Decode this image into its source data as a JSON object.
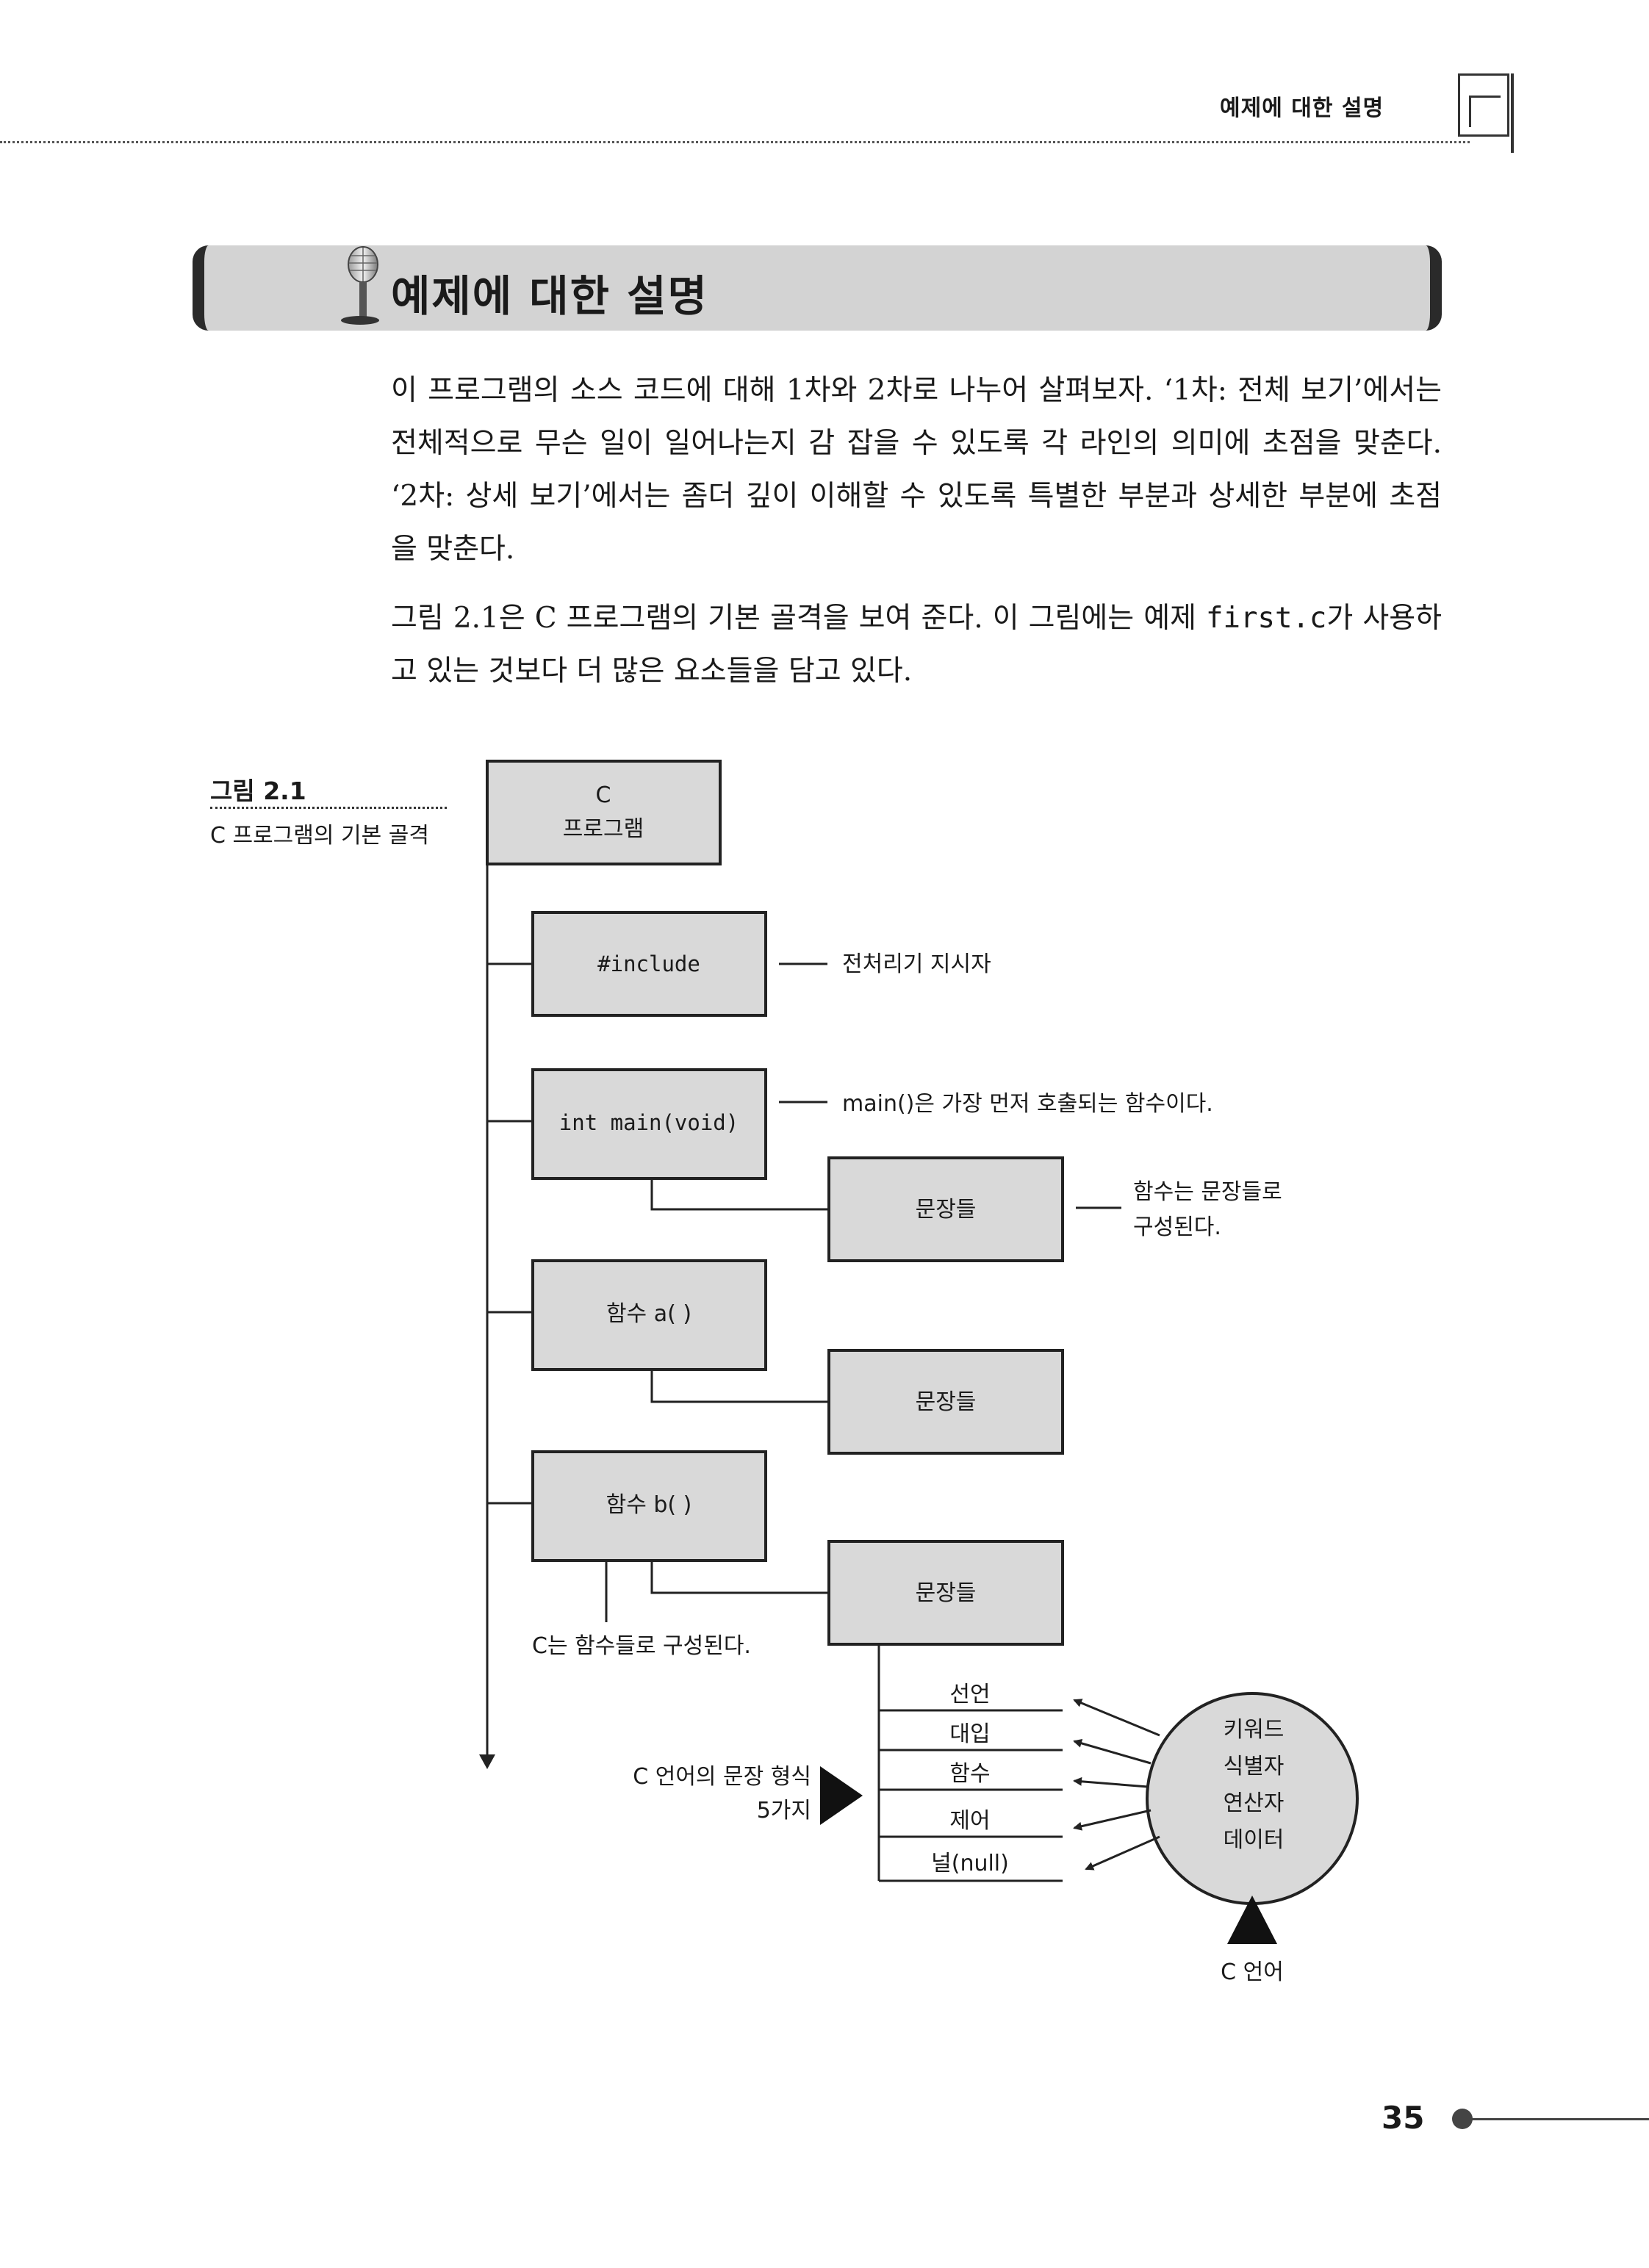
{
  "header": {
    "running_title": "예제에 대한 설명"
  },
  "section": {
    "title": "예제에 대한 설명",
    "icon": "microphone-icon"
  },
  "paragraphs": [
    "이 프로그램의 소스 코드에 대해 1차와 2차로 나누어 살펴보자. ‘1차: 전체 보기’에서는 전체적으로 무슨 일이 일어나는지 감 잡을 수 있도록 각 라인의 의미에 초점을 맞춘다. ‘2차: 상세 보기’에서는 좀더 깊이 이해할 수 있도록 특별한 부분과 상세한 부분에 초점을 맞춘다.",
    {
      "before": "그림 2.1은 C 프로그램의 기본 골격을 보여 준다. 이 그림에는 예제 ",
      "code": "first.c",
      "after": "가 사용하고 있는 것보다 더 많은 요소들을 담고 있다."
    }
  ],
  "figure": {
    "label": "그림 2.1",
    "caption": "C 프로그램의 기본 골격",
    "root": [
      "C",
      "프로그램"
    ],
    "include_box": "#include",
    "include_note": "전처리기 지시자",
    "main_box": "int main(void)",
    "main_note": "main()은 가장 먼저 호출되는 함수이다.",
    "statements_label": "문장들",
    "statements_note": [
      "함수는 문장들로",
      "구성된다."
    ],
    "func_a": "함수 a( )",
    "func_b": "함수 b( )",
    "func_note": "C는 함수들로 구성된다.",
    "statement_types_label": [
      "C 언어의 문장 형식",
      "5가지"
    ],
    "statement_types": [
      "선언",
      "대입",
      "함수",
      "제어",
      "널(null)"
    ],
    "language_elements": [
      "키워드",
      "식별자",
      "연산자",
      "데이터"
    ],
    "language_label": "C 언어"
  },
  "page": {
    "number": "35"
  }
}
